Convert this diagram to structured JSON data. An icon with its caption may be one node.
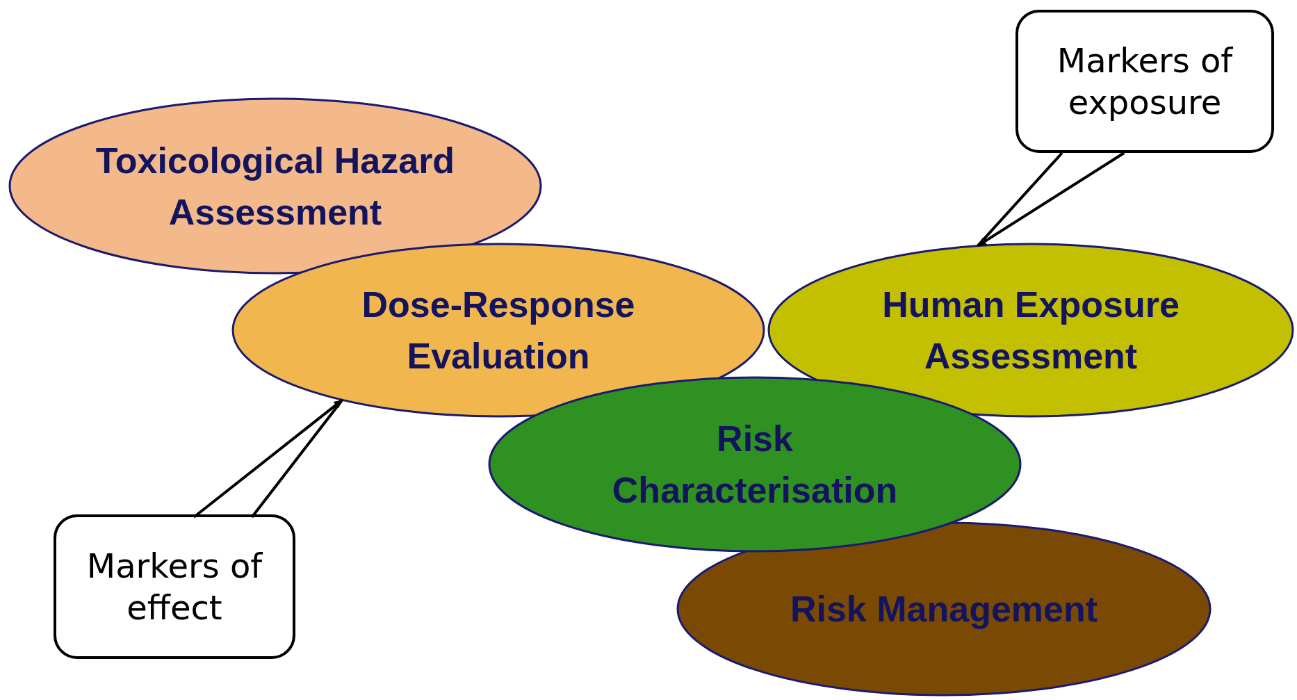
{
  "diagram": {
    "nodes": [
      {
        "text": [
          "Markers of exposure"
        ]
      },
      {
        "text": [
          "Toxicological Hazard Assessment"
        ]
      },
      {
        "text": [
          "Dose-Response Evaluation"
        ]
      },
      {
        "text": [
          "Human Exposure Assessment"
        ]
      },
      {
        "text": [
          "Risk Characterisation"
        ]
      },
      {
        "text": [
          "Markers of effect"
        ]
      },
      {
        "text": [
          "Risk Management"
        ]
      }
    ],
    "edges": [
      {
        "from": 0,
        "to": 3,
        "arrow": "to"
      },
      {
        "from": 5,
        "to": 2,
        "arrow": "to"
      }
    ]
  }
}
